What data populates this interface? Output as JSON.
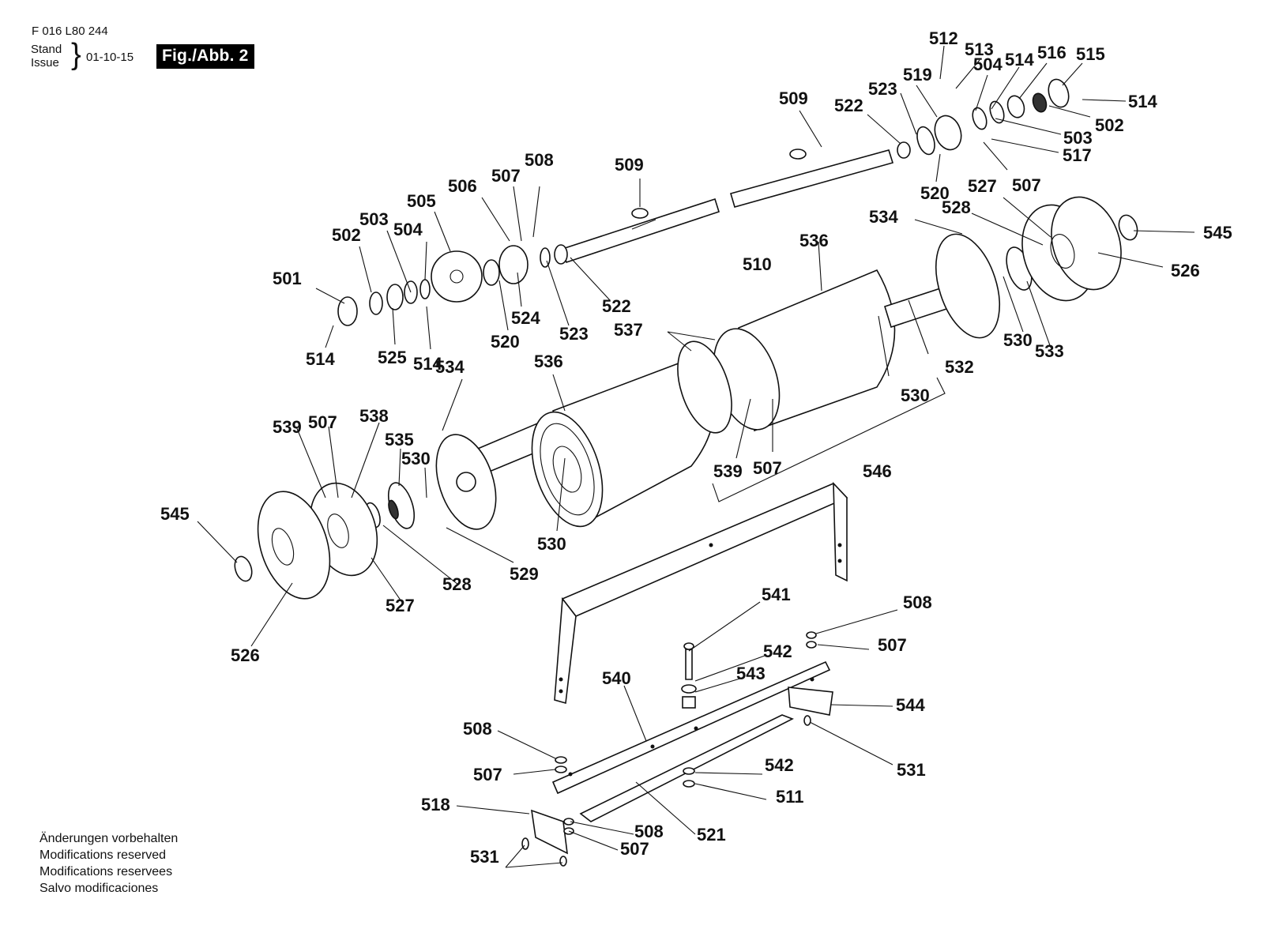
{
  "header": {
    "doc_number": "F 016 L80 244",
    "stand_line1": "Stand",
    "stand_line2": "Issue",
    "date": "01-10-15",
    "figure_label": "Fig./Abb. 2"
  },
  "notes": [
    "Änderungen vorbehalten",
    "Modifications reserved",
    "Modifications reservees",
    "Salvo modificaciones"
  ],
  "part_labels": [
    "512",
    "513",
    "519",
    "504",
    "514",
    "516",
    "515",
    "514",
    "523",
    "522",
    "509",
    "502",
    "503",
    "517",
    "507",
    "520",
    "508",
    "507",
    "509",
    "506",
    "505",
    "503",
    "504",
    "502",
    "510",
    "501",
    "524",
    "522",
    "520",
    "523",
    "514",
    "525",
    "514",
    "534",
    "536",
    "527",
    "528",
    "545",
    "526",
    "537",
    "530",
    "533",
    "532",
    "530",
    "536",
    "534",
    "539",
    "507",
    "538",
    "535",
    "530",
    "539",
    "507",
    "546",
    "545",
    "530",
    "529",
    "528",
    "527",
    "526",
    "541",
    "508",
    "542",
    "507",
    "543",
    "540",
    "544",
    "508",
    "507",
    "542",
    "531",
    "511",
    "518",
    "508",
    "521",
    "507",
    "531"
  ]
}
